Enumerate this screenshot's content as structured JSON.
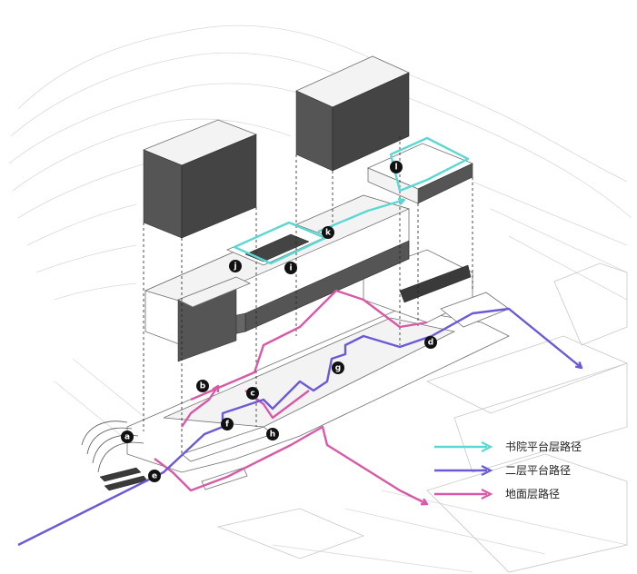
{
  "route_colors": {
    "academy_platform": "#5cd8d2",
    "second_floor": "#6a5ad6",
    "ground_floor": "#d85aa6"
  },
  "legend": [
    {
      "key": "academy_platform",
      "label": "书院平台层路径"
    },
    {
      "key": "second_floor",
      "label": "二层平台路径"
    },
    {
      "key": "ground_floor",
      "label": "地面层路径"
    }
  ],
  "markers": [
    "a",
    "b",
    "c",
    "d",
    "e",
    "f",
    "g",
    "h",
    "i",
    "j",
    "k",
    "l"
  ]
}
